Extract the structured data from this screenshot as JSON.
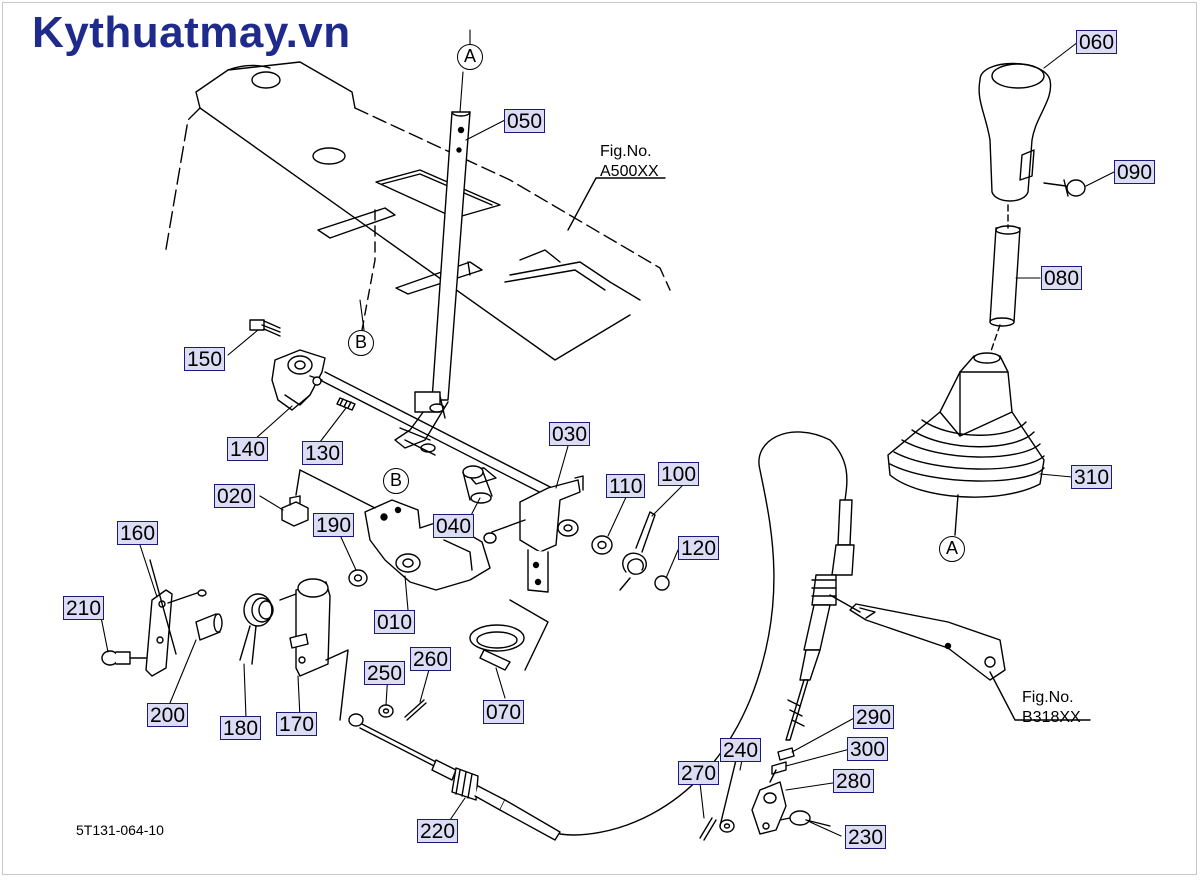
{
  "brand": {
    "text": "Kythuatmay.vn",
    "color": "#1e2a8c"
  },
  "diagram_code": "5T131-064-10",
  "ref_markers": {
    "a": "A",
    "b": "B"
  },
  "fig_refs": [
    {
      "line1": "Fig.No.",
      "line2": "A500XX"
    },
    {
      "line1": "Fig.No.",
      "line2": "B318XX"
    }
  ],
  "parts": [
    "010",
    "020",
    "030",
    "040",
    "050",
    "060",
    "070",
    "080",
    "090",
    "100",
    "110",
    "120",
    "130",
    "140",
    "150",
    "160",
    "170",
    "180",
    "190",
    "200",
    "210",
    "220",
    "230",
    "240",
    "250",
    "260",
    "270",
    "280",
    "290",
    "300",
    "310"
  ],
  "colors": {
    "label_fill": "#dcdcf4",
    "label_border": "#1a1a7a",
    "line": "#000000"
  }
}
